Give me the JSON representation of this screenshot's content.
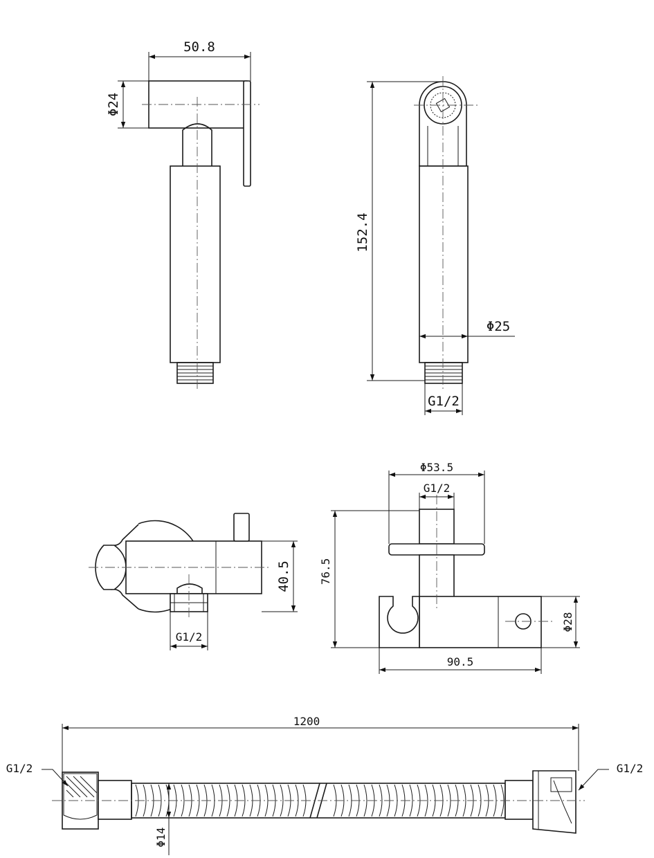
{
  "views": {
    "spray_side": {
      "width": "50.8",
      "diameter": "Φ24"
    },
    "spray_front": {
      "length": "152.4",
      "diameter": "Φ25",
      "thread": "G1/2"
    },
    "valve_side": {
      "height": "40.5",
      "thread": "G1/2"
    },
    "valve_front": {
      "diameter_top": "Φ53.5",
      "thread_top": "G1/2",
      "height": "76.5",
      "width": "90.5",
      "diameter_side": "Φ28"
    },
    "hose": {
      "length": "1200",
      "thread_left": "G1/2",
      "thread_right": "G1/2",
      "diameter": "Φ14"
    }
  }
}
